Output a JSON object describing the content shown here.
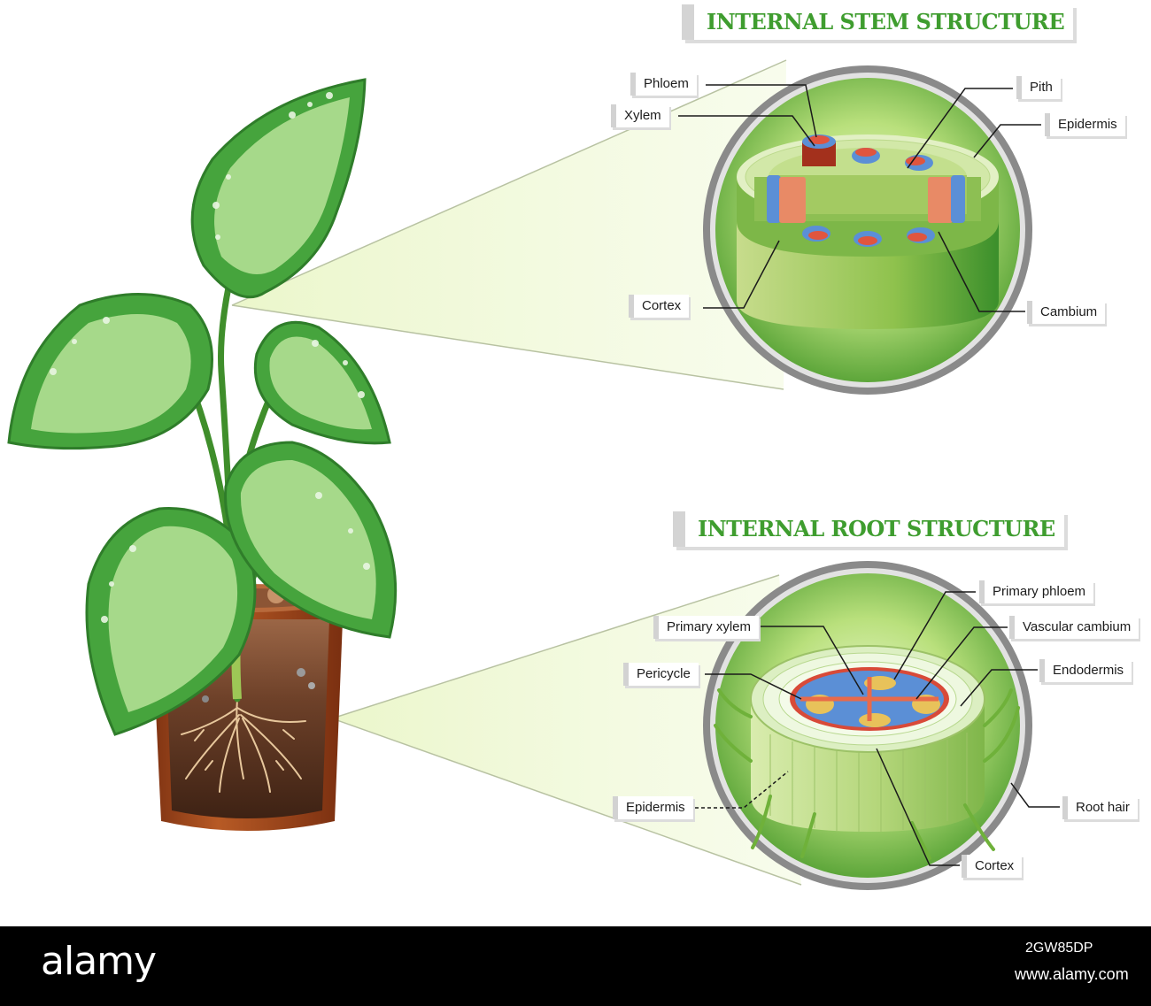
{
  "stem": {
    "title": "INTERNAL STEM STRUCTURE",
    "labels": {
      "phloem": "Phloem",
      "xylem": "Xylem",
      "pith": "Pith",
      "epidermis": "Epidermis",
      "cortex": "Cortex",
      "cambium": "Cambium"
    }
  },
  "root": {
    "title": "INTERNAL ROOT STRUCTURE",
    "labels": {
      "primary_phloem": "Primary phloem",
      "primary_xylem": "Primary xylem",
      "vascular_cambium": "Vascular cambium",
      "pericycle": "Pericycle",
      "endodermis": "Endodermis",
      "epidermis": "Epidermis",
      "root_hair": "Root hair",
      "cortex": "Cortex"
    }
  },
  "footer": {
    "brand": "alamy",
    "stock_id": "2GW85DP",
    "site": "www.alamy.com"
  },
  "colors": {
    "leaf_dark": "#3d9a3a",
    "leaf_light": "#8fcf78",
    "title_green": "#3f9d2f",
    "xylem_red": "#e0553e",
    "phloem_blue": "#5b8fd6",
    "pot_brown": "#a2491c",
    "soil_brown": "#5a3420"
  },
  "icons": {
    "stem_callout": "stem-cross-section-icon",
    "root_callout": "root-cross-section-icon",
    "plant": "potted-plant-icon"
  }
}
